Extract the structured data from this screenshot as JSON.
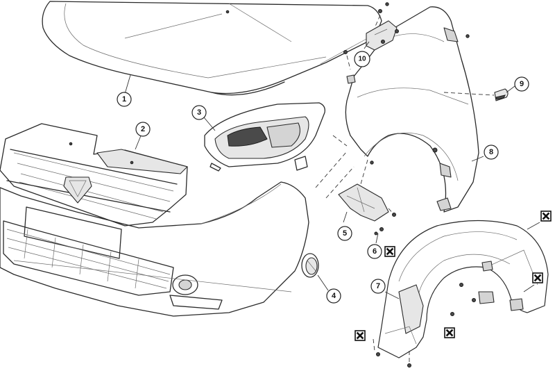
{
  "callouts": [
    "1",
    "2",
    "3",
    "4",
    "5",
    "6",
    "7",
    "8",
    "9",
    "10"
  ],
  "replace_marker_icon": "boxed-x-icon"
}
